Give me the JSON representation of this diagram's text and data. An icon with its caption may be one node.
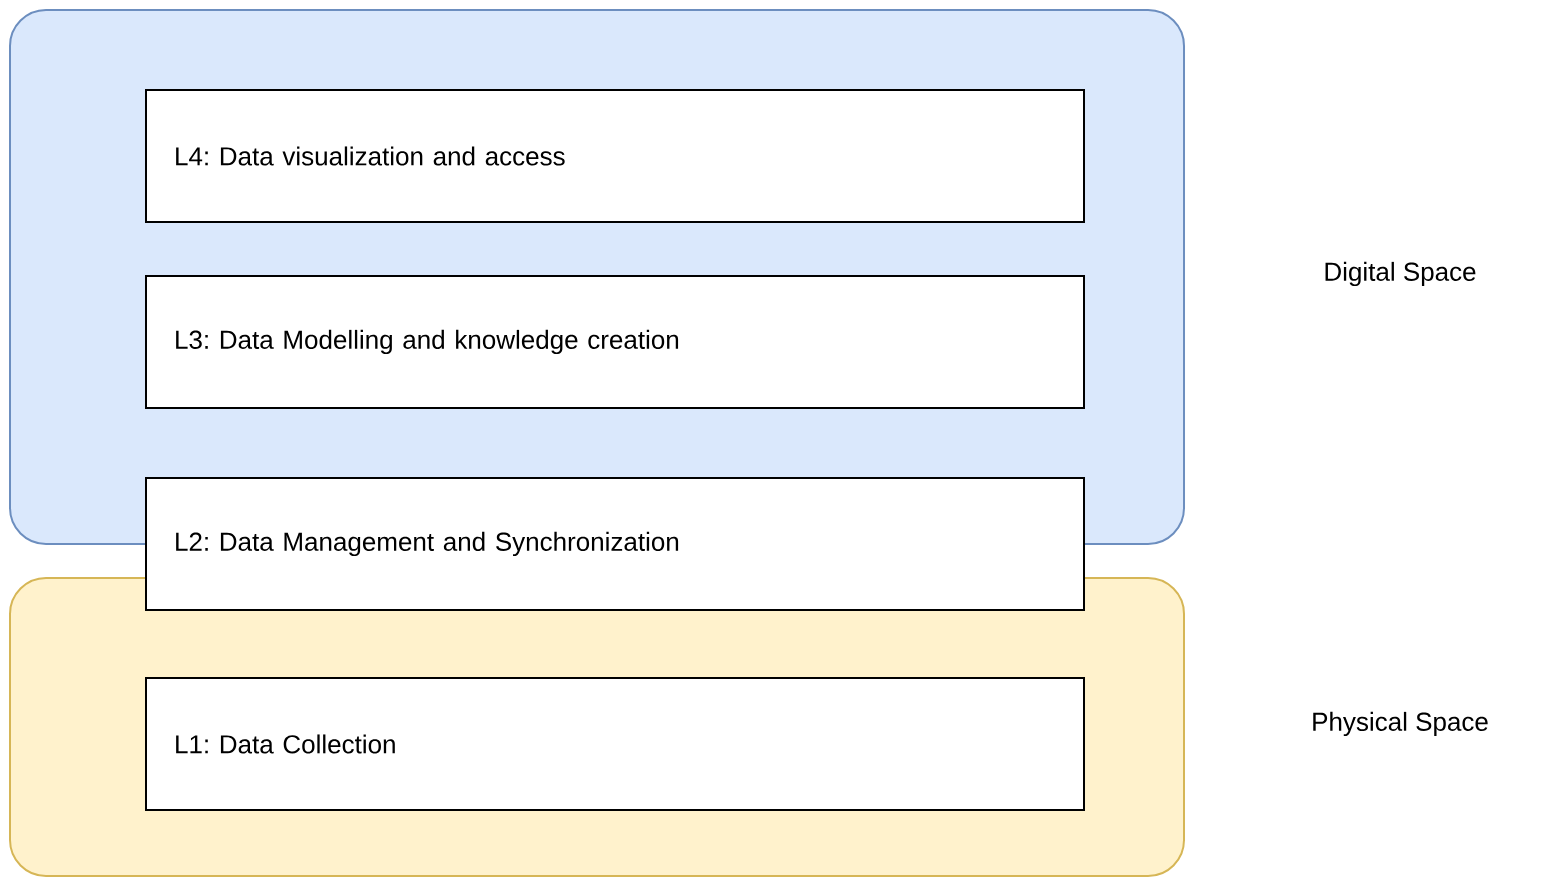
{
  "diagram": {
    "nodes": [
      {
        "text": [],
        "shape": "box"
      },
      {
        "text": [
          "L4: Data visualization and access"
        ],
        "in": 0
      },
      {
        "text": [
          "L3: Data Modelling and knowledge creation"
        ],
        "in": 0
      },
      {
        "text": [
          "L2: Data Management and Synchronization"
        ]
      },
      {
        "text": [],
        "shape": "box"
      },
      {
        "text": [
          "L1: Data Collection"
        ],
        "in": 4
      }
    ],
    "edges": [],
    "labels": [
      "Digital Space",
      "Physical Space"
    ]
  }
}
